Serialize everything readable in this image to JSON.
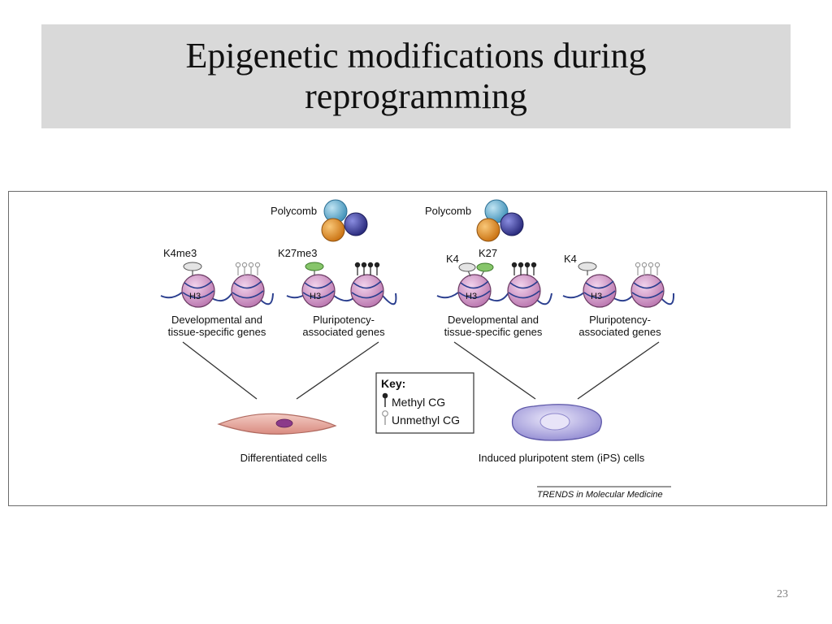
{
  "slide": {
    "title_line1": "Epigenetic modifications during",
    "title_line2": "reprogramming",
    "page_number": "23"
  },
  "figure": {
    "polycomb_label": "Polycomb",
    "histone_label": "H3",
    "left_panel": {
      "mark_k4": "K4me3",
      "mark_k27": "K27me3",
      "gene_group_1": [
        "Developmental and",
        "tissue-specific genes"
      ],
      "gene_group_2": [
        "Pluripotency-",
        "associated genes"
      ],
      "cell_label": "Differentiated cells"
    },
    "right_panel": {
      "mark_k4_a": "K4",
      "mark_k27": "K27",
      "mark_k4_b": "K4",
      "gene_group_1": [
        "Developmental and",
        "tissue-specific genes"
      ],
      "gene_group_2": [
        "Pluripotency-",
        "associated genes"
      ],
      "cell_label": "Induced pluripotent stem (iPS) cells"
    },
    "key": {
      "title": "Key:",
      "methyl": "Methyl CG",
      "unmethyl": "Unmethyl CG"
    },
    "source": "TRENDS in Molecular Medicine"
  },
  "colors": {
    "nucleosome": "#c98cc0",
    "dna": "#2b3f8f",
    "k4_mark": "#e4e4e4",
    "k27_mark": "#86c56a",
    "polycomb_blue": "#6db3d3",
    "polycomb_orange": "#e0901f",
    "polycomb_navy": "#3e3f9c",
    "diff_cell": "#e5a89f",
    "ips_cell": "#b3aee0"
  }
}
